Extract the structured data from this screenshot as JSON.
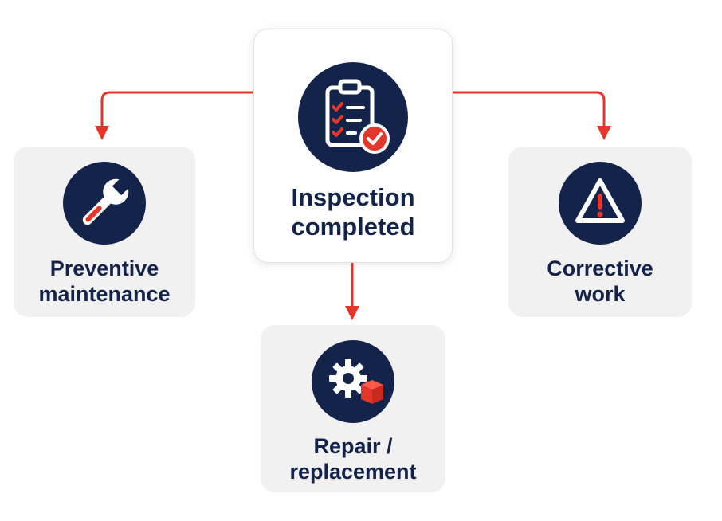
{
  "colors": {
    "navy": "#13234a",
    "accent_red": "#e4362b",
    "card_gray": "#f1f1f2",
    "card_white": "#ffffff"
  },
  "nodes": {
    "inspection": {
      "line1": "Inspection",
      "line2": "completed",
      "icon": "clipboard-check-icon"
    },
    "preventive": {
      "line1": "Preventive",
      "line2": "maintenance",
      "icon": "wrench-icon"
    },
    "corrective": {
      "line1": "Corrective",
      "line2": "work",
      "icon": "warning-triangle-icon"
    },
    "repair": {
      "line1": "Repair /",
      "line2": "replacement",
      "icon": "gear-box-icon"
    }
  },
  "edges": [
    {
      "from": "inspection",
      "to": "preventive"
    },
    {
      "from": "inspection",
      "to": "corrective"
    },
    {
      "from": "inspection",
      "to": "repair"
    }
  ]
}
